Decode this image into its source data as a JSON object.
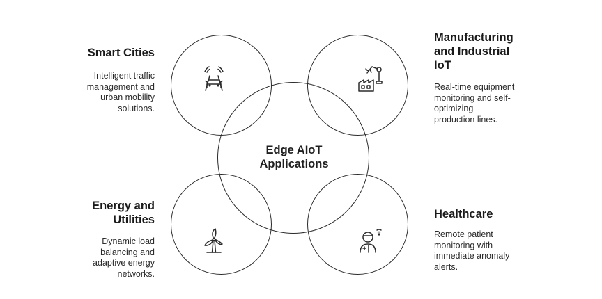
{
  "diagram": {
    "center": {
      "line1": "Edge AIoT",
      "line2": "Applications"
    },
    "items": [
      {
        "title_lines": [
          "Smart Cities"
        ],
        "desc_lines": [
          "Intelligent traffic",
          "management and",
          "urban mobility",
          "solutions."
        ],
        "icon": "car-icon"
      },
      {
        "title_lines": [
          "Manufacturing",
          "and Industrial",
          "IoT"
        ],
        "desc_lines": [
          "Real-time equipment",
          "monitoring and self-",
          "optimizing",
          "production lines."
        ],
        "icon": "robot-arm-factory-icon"
      },
      {
        "title_lines": [
          "Energy and",
          "Utilities"
        ],
        "desc_lines": [
          "Dynamic load",
          "balancing and",
          "adaptive energy",
          "networks."
        ],
        "icon": "wind-turbine-icon"
      },
      {
        "title_lines": [
          "Healthcare"
        ],
        "desc_lines": [
          "Remote patient",
          "monitoring with",
          "immediate anomaly",
          "alerts."
        ],
        "icon": "remote-patient-icon"
      }
    ],
    "colors": {
      "stroke": "#2b2b2b",
      "text": "#1f1f1f",
      "background": "#ffffff"
    }
  }
}
